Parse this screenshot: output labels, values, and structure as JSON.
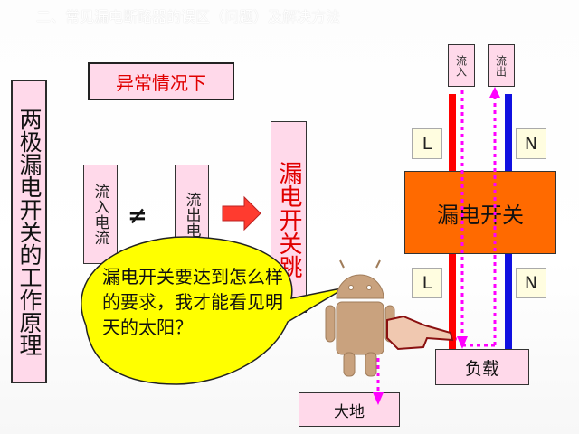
{
  "slide": {
    "title": "二、常见漏电断路器的误区（问题）及解决方法",
    "side_title": "两极漏电开关的工作原理",
    "abnormal_label": "异常情况下",
    "inflow_current_label": "流入电流",
    "outflow_current_label": "流出电",
    "not_equal_symbol": "≠",
    "trip_label": "漏电开关跳",
    "bubble_text": "漏电开关要达到怎么样的要求，我才能看见明天的太阳？"
  },
  "circuit": {
    "inflow_label": "流入",
    "outflow_label": "流出",
    "L_top": "L",
    "N_top": "N",
    "L_bottom": "L",
    "N_bottom": "N",
    "switch_label": "漏电开关",
    "load_label": "负载",
    "ground_label": "大地"
  },
  "colors": {
    "live_wire": "#ff0000",
    "neutral_wire": "#1010e0",
    "current_flow": "#ff00ff",
    "switch_fill": "#ff6a00",
    "label_fill": "#ffd9ea",
    "bubble_fill": "#ffff00",
    "arrow_fill": "#ff3b2f",
    "robot": "#c9a27e"
  },
  "icons": [
    "right-arrow-icon",
    "pointing-hand-icon",
    "android-robot-icon"
  ]
}
